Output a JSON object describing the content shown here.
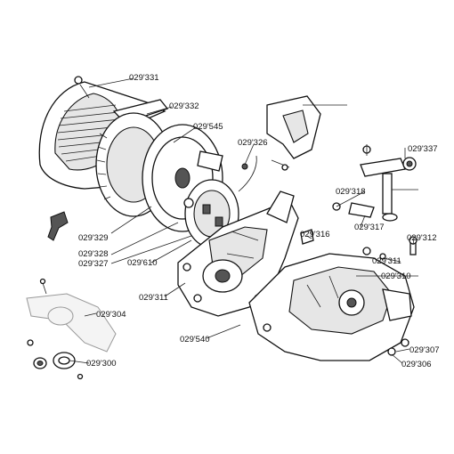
{
  "labels": {
    "p331": "029'331",
    "p332": "029'332",
    "p545": "029'545",
    "p326": "029'326",
    "p337": "029'337",
    "p318": "029'318",
    "p317": "029'317",
    "p316": "029'316",
    "p312": "029'312",
    "p311a": "029'311",
    "p310": "029'310",
    "p329": "029'329",
    "p328": "029'328",
    "p327": "029'327",
    "p610": "029'610",
    "p311b": "029'311",
    "p304": "029'304",
    "p540": "029'540",
    "p300": "029'300",
    "p307": "029'307",
    "p306": "029'306"
  }
}
